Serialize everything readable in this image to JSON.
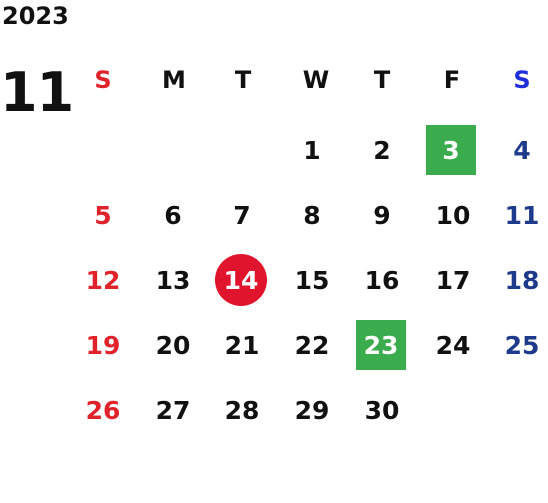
{
  "calendar": {
    "year": "2023",
    "month": "11",
    "weekdays": [
      "S",
      "M",
      "T",
      "W",
      "T",
      "F",
      "S"
    ],
    "days": [
      "1",
      "2",
      "3",
      "4",
      "5",
      "6",
      "7",
      "8",
      "9",
      "10",
      "11",
      "12",
      "13",
      "14",
      "15",
      "16",
      "17",
      "18",
      "19",
      "20",
      "21",
      "22",
      "23",
      "24",
      "25",
      "26",
      "27",
      "28",
      "29",
      "30"
    ],
    "highlighted_today": "14",
    "holidays": [
      "3",
      "23"
    ],
    "colors": {
      "sunday": "#e0222b",
      "saturday": "#1e3a8a",
      "saturday_header": "#1e2fd8",
      "holiday_bg": "#3aac4e",
      "today_bg": "#e0142c"
    }
  }
}
